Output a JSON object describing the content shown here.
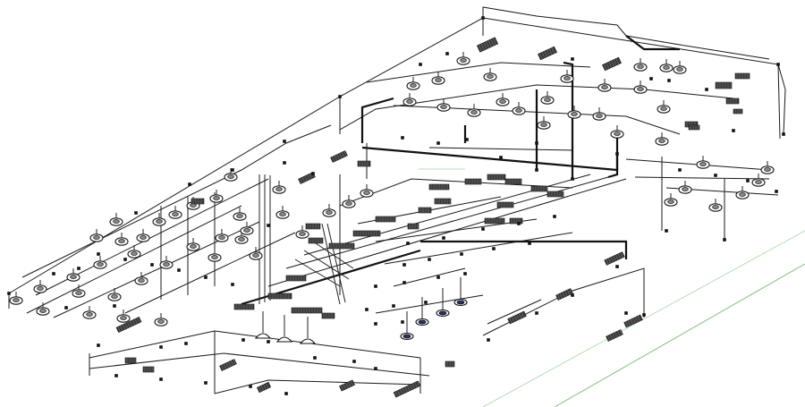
{
  "view": {
    "type": "isometric piping / sprinkler system 3D wireframe",
    "background": "#ffffff",
    "line_color": "#1a1a1a",
    "grid_color": "#7fbf7f"
  },
  "components": {
    "ceiling_fixtures": 62,
    "valve_banks": 48,
    "floor_drains_highlighted": 4
  }
}
